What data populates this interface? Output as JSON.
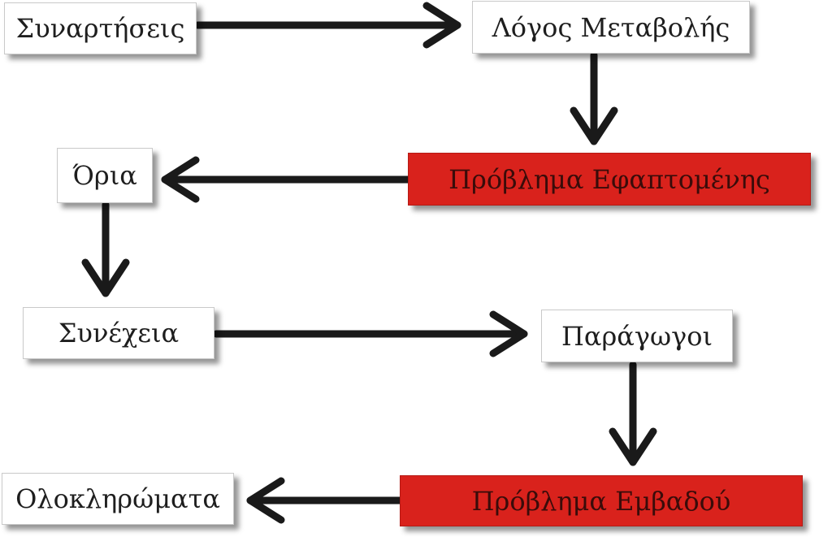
{
  "nodes": {
    "functions": {
      "label": "Συναρτήσεις"
    },
    "rate_of_change": {
      "label": "Λόγος Μεταβολής"
    },
    "tangent_problem": {
      "label": "Πρόβλημα Εφαπτομένης"
    },
    "limits": {
      "label": "Όρια"
    },
    "continuity": {
      "label": "Συνέχεια"
    },
    "derivatives": {
      "label": "Παράγωγοι"
    },
    "area_problem": {
      "label": "Πρόβλημα Εμβαδού"
    },
    "integrals": {
      "label": "Ολοκληρώματα"
    }
  },
  "colors": {
    "highlight": "#d9221c",
    "arrow": "#1a1a1a",
    "box": "#ffffff"
  }
}
